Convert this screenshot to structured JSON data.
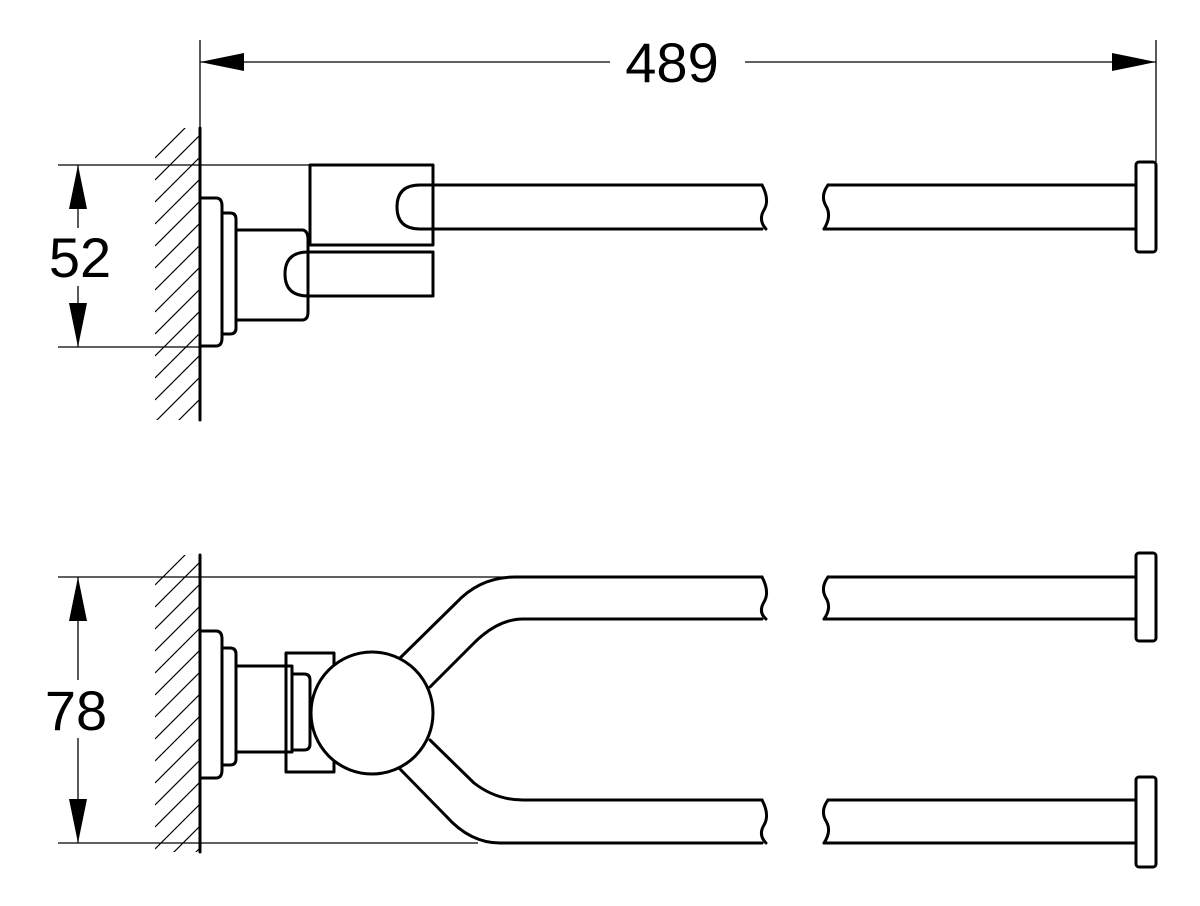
{
  "dimensions": {
    "overall_length": "489",
    "side_view_height": "52",
    "top_view_width": "78"
  },
  "colors": {
    "line": "#000000",
    "background": "#ffffff"
  }
}
